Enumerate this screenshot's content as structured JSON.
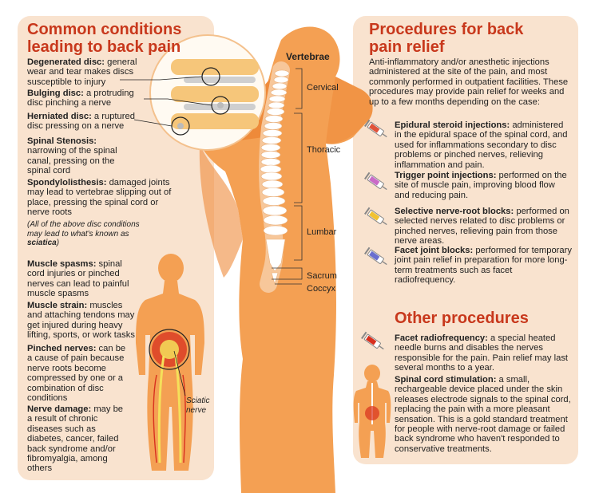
{
  "left": {
    "title_line1": "Common conditions",
    "title_line2": "leading to back pain",
    "items": [
      {
        "term": "Degenerated disc:",
        "desc": " general wear and tear makes discs susceptible to injury"
      },
      {
        "term": "Bulging disc:",
        "desc": " a protruding disc pinching a nerve"
      },
      {
        "term": "Herniated disc:",
        "desc": " a ruptured disc pressing on a nerve"
      },
      {
        "term": "Spinal Stenosis:",
        "desc": " narrowing of the spinal canal, pressing on the spinal cord"
      },
      {
        "term": "Spondylolisthesis:",
        "desc": " damaged joints may lead to vertebrae slipping out of place, pressing the spinal cord or nerve roots"
      },
      {
        "term": "Muscle spasms:",
        "desc": " spinal cord injuries or pinched nerves can lead to painful muscle spasms"
      },
      {
        "term": "Muscle strain:",
        "desc": " muscles and attaching tendons may get injured during heavy lifting, sports, or work tasks"
      },
      {
        "term": "Pinched nerves:",
        "desc": " can be a cause of pain because nerve roots become compressed by one or a combination of disc conditions"
      },
      {
        "term": "Nerve damage:",
        "desc": " may be a result of chronic diseases such as diabetes, cancer, failed back syndrome and/or fibromyalgia, among others"
      }
    ],
    "note_pre": "(All of the above disc conditions may lead to what's known as ",
    "note_term": "sciatica",
    "note_post": ")",
    "sciatic_label_1": "Sciatic",
    "sciatic_label_2": "nerve"
  },
  "spine": {
    "title": "Vertebrae",
    "labels": [
      "Cervical",
      "Thoracic",
      "Lumbar",
      "Sacrum",
      "Coccyx"
    ]
  },
  "right": {
    "title_line1": "Procedures for back",
    "title_line2": "pain relief",
    "intro": "Anti-inflammatory and/or anesthetic injections administered at the site of the pain, and most commonly performed in outpatient facilities. These procedures may provide pain relief for weeks and up to a few months depending on the case:",
    "procedures": [
      {
        "term": "Epidural steroid injections:",
        "desc": " administered in the epidural space of the spinal cord, and used for inflammations secondary to disc problems or pinched nerves, relieving inflammation and pain."
      },
      {
        "term": "Trigger point injections:",
        "desc": " performed on the site of muscle pain, improving blood flow and reducing pain."
      },
      {
        "term": "Selective nerve-root blocks:",
        "desc": " performed on selected nerves related to disc problems or pinched nerves, relieving pain from those nerve areas."
      },
      {
        "term": "Facet joint blocks:",
        "desc": " performed for temporary joint pain relief in preparation for more long-term treatments such as facet radiofrequency."
      }
    ],
    "other_title": "Other procedures",
    "other": [
      {
        "term": "Facet radiofrequency:",
        "desc": " a special heated needle burns and disables the nerves responsible for the pain. Pain relief may last several months to a year."
      },
      {
        "term": "Spinal cord stimulation:",
        "desc": " a small, rechargeable device placed under the skin releases electrode signals to the spinal cord, replacing the pain with a more pleasant sensation. This is a gold standard treatment for people with nerve-root damage or failed back syndrome who haven't responded to conservative treatments."
      }
    ]
  },
  "colors": {
    "panel": "#f9e3cf",
    "heading": "#c8381c",
    "body_skin": "#f4a053",
    "body_skin_dark": "#ee8a3a",
    "bone": "#ffffff",
    "pain_red": "#d8301e",
    "nerve_yellow": "#f5e05a"
  }
}
